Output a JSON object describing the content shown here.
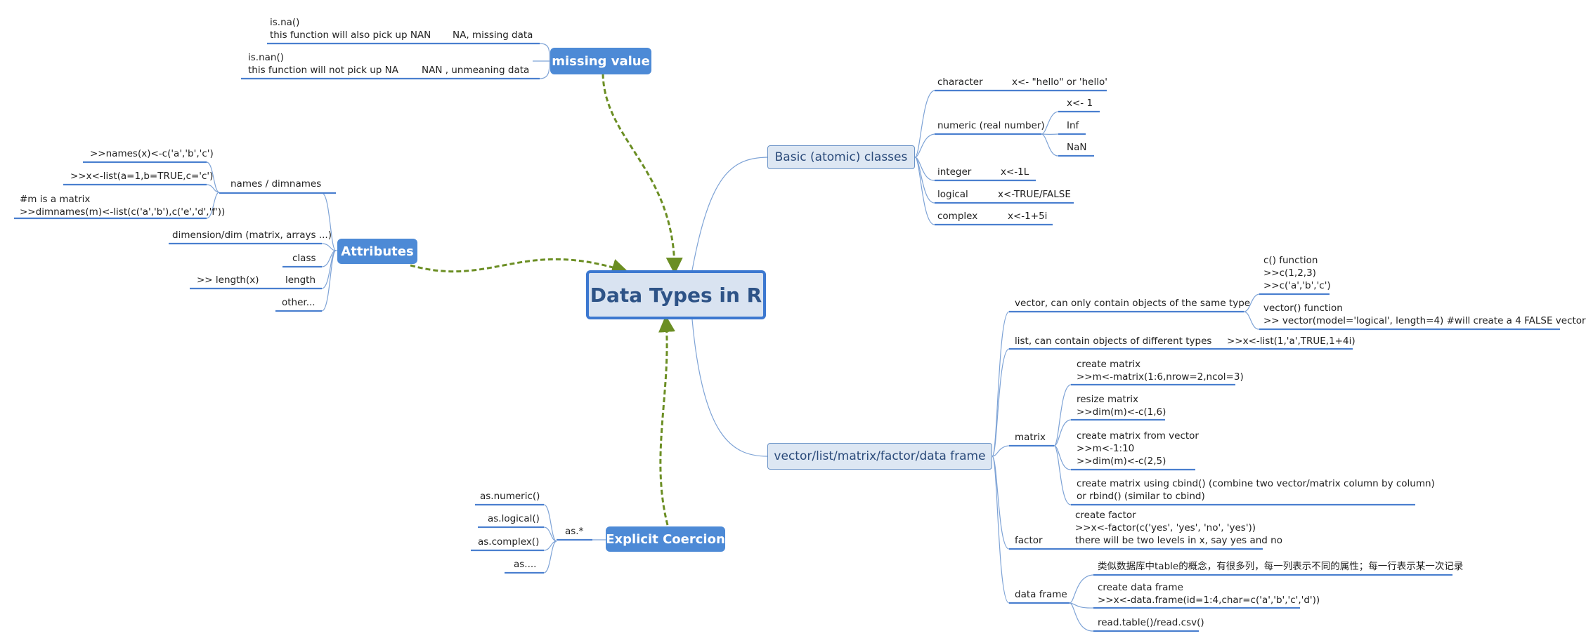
{
  "central": "Data Types in R",
  "colors": {
    "accent": "#3c78d0",
    "pill": "#4d8ad6",
    "underline": "#4a7fcf",
    "dashed": "#6b8e23"
  },
  "missing": {
    "title": "missing value",
    "isna_line1": "is.na()",
    "isna_line2": "this function will also pick up NAN",
    "isna_val": "NA, missing data",
    "isnan_line1": "is.nan()",
    "isnan_line2": "this function will not pick up NA",
    "isnan_val": "NAN ,  unmeaning data"
  },
  "attributes": {
    "title": "Attributes",
    "names": "names / dimnames",
    "names_ex1": ">>names(x)<-c('a','b','c')",
    "names_ex2": ">>x<-list(a=1,b=TRUE,c='c')",
    "names_ex3_line1": "#m is a matrix",
    "names_ex3_line2": ">>dimnames(m)<-list(c('a','b'),c('e','d','f'))",
    "dim": "dimension/dim (matrix, arrays ...)",
    "class": "class",
    "length": "length",
    "length_ex": ">> length(x)",
    "other": "other..."
  },
  "coercion": {
    "title": "Explicit Coercion",
    "as": "as.*",
    "items": [
      "as.numeric()",
      "as.logical()",
      "as.complex()",
      "as...."
    ]
  },
  "basic": {
    "title": "Basic (atomic) classes",
    "character": "character",
    "character_ex": "x<- \"hello\" or 'hello'",
    "numeric": "numeric (real number)",
    "numeric_ex": [
      "x<- 1",
      "Inf",
      "NaN"
    ],
    "integer": "integer",
    "integer_ex": "x<-1L",
    "logical": "logical",
    "logical_ex": "x<-TRUE/FALSE",
    "complex": "complex",
    "complex_ex": "x<-1+5i"
  },
  "structures": {
    "title": "vector/list/matrix/factor/data frame",
    "vector": "vector, can only contain objects of the same type",
    "vector_c": [
      "c() function",
      ">>c(1,2,3)",
      ">>c('a','b','c')"
    ],
    "vector_fn": [
      "vector() function",
      ">> vector(model='logical', length=4) #will create a 4 FALSE vector"
    ],
    "list": "list, can contain objects of different types",
    "list_ex": ">>x<-list(1,'a',TRUE,1+4i)",
    "matrix": "matrix",
    "matrix_create": [
      "create matrix",
      ">>m<-matrix(1:6,nrow=2,ncol=3)"
    ],
    "matrix_resize": [
      "resize matrix",
      ">>dim(m)<-c(1,6)"
    ],
    "matrix_from_vec": [
      "create matrix from vector",
      ">>m<-1:10",
      ">>dim(m)<-c(2,5)"
    ],
    "matrix_cbind": [
      "create matrix using cbind() (combine two vector/matrix column by column)",
      "or rbind() (similar to cbind)"
    ],
    "factor": "factor",
    "factor_ex": [
      "create factor",
      ">>x<-factor(c('yes', 'yes', 'no', 'yes'))",
      "there will be two levels in x, say yes and no"
    ],
    "dataframe": "data frame",
    "df_desc": "类似数据库中table的概念，有很多列，每一列表示不同的属性；每一行表示某一次记录",
    "df_create": [
      "create data frame",
      ">>x<-data.frame(id=1:4,char=c('a','b','c','d'))"
    ],
    "df_read": "read.table()/read.csv()"
  }
}
